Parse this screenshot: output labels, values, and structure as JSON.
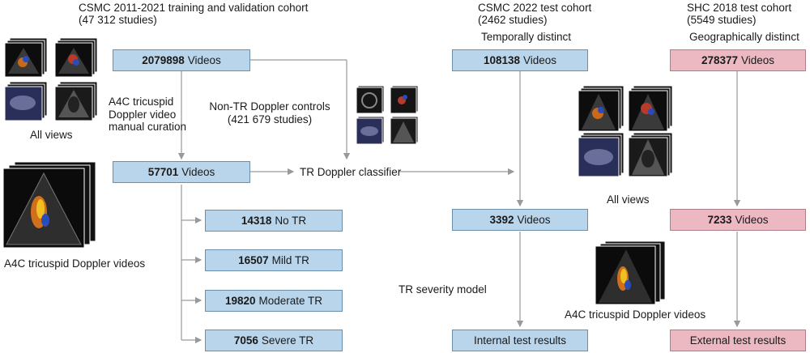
{
  "headers": {
    "csmc_train": {
      "line1": "CSMC 2011-2021 training and validation cohort",
      "line2": "(47 312 studies)"
    },
    "csmc_test": {
      "line1": "CSMC 2022 test cohort",
      "line2": "(2462 studies)",
      "note": "Temporally distinct"
    },
    "shc_test": {
      "line1": "SHC 2018 test cohort",
      "line2": "(5549 studies)",
      "note": "Geographically distinct"
    }
  },
  "boxes": {
    "train_videos": {
      "num": "2079898",
      "text": "Videos"
    },
    "train_curated": {
      "num": "57701",
      "text": "Videos"
    },
    "no_tr": {
      "num": "14318",
      "text": "No TR"
    },
    "mild_tr": {
      "num": "16507",
      "text": "Mild TR"
    },
    "moderate_tr": {
      "num": "19820",
      "text": "Moderate TR"
    },
    "severe_tr": {
      "num": "7056",
      "text": "Severe TR"
    },
    "csmc_videos": {
      "num": "108138",
      "text": "Videos"
    },
    "csmc_curated": {
      "num": "3392",
      "text": "Videos"
    },
    "csmc_results": {
      "text": "Internal test results"
    },
    "shc_videos": {
      "num": "278377",
      "text": "Videos"
    },
    "shc_curated": {
      "num": "7233",
      "text": "Videos"
    },
    "shc_results": {
      "text": "External test results"
    }
  },
  "labels": {
    "curation": [
      "A4C tricuspid",
      "Doppler video",
      "manual curation"
    ],
    "controls": [
      "Non-TR Doppler controls",
      "(421 679 studies)"
    ],
    "classifier": "TR Doppler classifier",
    "severity_model": "TR severity model",
    "all_views_left": "All views",
    "all_views_right": "All views",
    "doppler_left": "A4C tricuspid Doppler videos",
    "doppler_right": "A4C tricuspid Doppler videos"
  },
  "colors": {
    "blue_box": "#b8d5ec",
    "pink_box": "#ecb9c2",
    "arrow": "#999999"
  }
}
